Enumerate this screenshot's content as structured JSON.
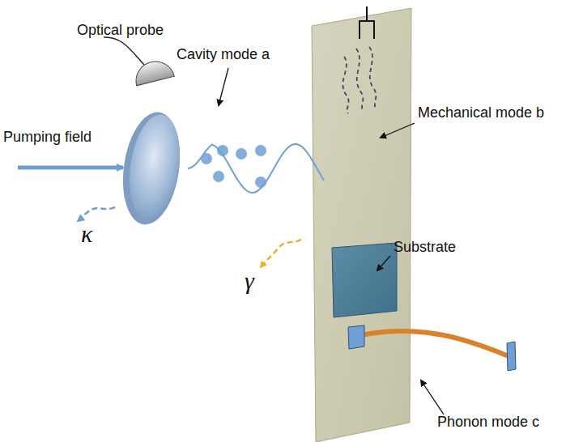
{
  "diagram": {
    "labels": [
      "Optical probe",
      "Cavity mode a",
      "Mechanical mode b",
      "Pumping field",
      "Substrate",
      "κ",
      "γ",
      "Phonon mode c"
    ]
  }
}
